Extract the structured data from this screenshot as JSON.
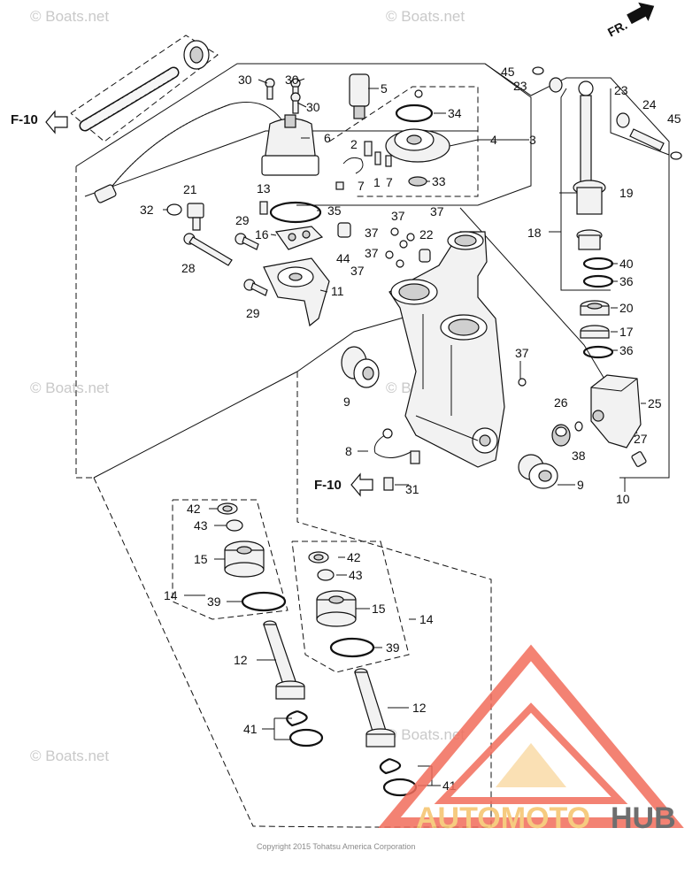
{
  "watermarks": [
    "© Boats.net",
    "© Boats.net",
    "© Boats.net",
    "© Boats.net",
    "© Boats.net",
    "© Boats.net"
  ],
  "refs": {
    "top": "F-10",
    "bottom": "F-10"
  },
  "direction_label": "FR.",
  "copyright": "Copyright 2015 Tohatsu America Corporation",
  "logo": {
    "part1": "AUTOMOTO",
    "part2": "HUB",
    "color_primary": "#f26d5b",
    "color_accent": "#f5c26b",
    "color_text_dark": "#555555"
  },
  "callouts": {
    "c1": "1",
    "c2": "2",
    "c3": "3",
    "c4": "4",
    "c5": "5",
    "c6": "6",
    "c7a": "7",
    "c7b": "7",
    "c8": "8",
    "c9a": "9",
    "c9b": "9",
    "c10": "10",
    "c11": "11",
    "c12a": "12",
    "c12b": "12",
    "c13": "13",
    "c14a": "14",
    "c14b": "14",
    "c15a": "15",
    "c15b": "15",
    "c16": "16",
    "c17": "17",
    "c18": "18",
    "c19": "19",
    "c20": "20",
    "c21": "21",
    "c22": "22",
    "c23a": "23",
    "c23b": "23",
    "c24": "24",
    "c25": "25",
    "c26": "26",
    "c27": "27",
    "c28": "28",
    "c29a": "29",
    "c29b": "29",
    "c30a": "30",
    "c30b": "30",
    "c30c": "30",
    "c31": "31",
    "c32": "32",
    "c33": "33",
    "c34": "34",
    "c35": "35",
    "c36a": "36",
    "c36b": "36",
    "c37a": "37",
    "c37b": "37",
    "c37c": "37",
    "c37d": "37",
    "c37e": "37",
    "c37f": "37",
    "c38": "38",
    "c39a": "39",
    "c39b": "39",
    "c40": "40",
    "c41a": "41",
    "c41b": "41",
    "c42a": "42",
    "c42b": "42",
    "c43a": "43",
    "c43b": "43",
    "c44": "44",
    "c45a": "45",
    "c45b": "45"
  }
}
